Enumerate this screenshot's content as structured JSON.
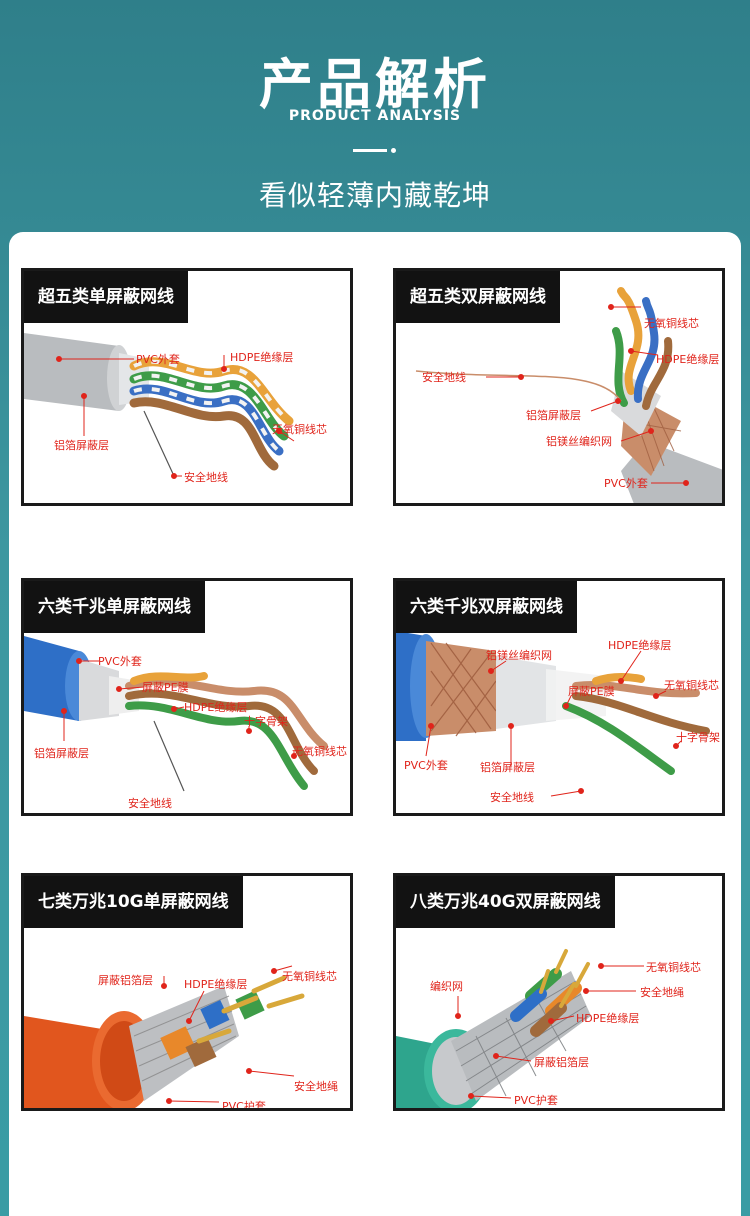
{
  "header": {
    "title": "产品解析",
    "subtitle_en": "PRODUCT ANALYSIS",
    "tagline": "看似轻薄内藏乾坤"
  },
  "colors": {
    "accent_red": "#e0241b",
    "teal_background": "#3a9ca4",
    "label_black": "#121212"
  },
  "cards": [
    {
      "title": "超五类单屏蔽网线",
      "labels": [
        "PVC外套",
        "HDPE绝缘层",
        "铝箔屏蔽层",
        "无氧铜线芯",
        "安全地线"
      ]
    },
    {
      "title": "超五类双屏蔽网线",
      "labels": [
        "无氧铜线芯",
        "HDPE绝缘层",
        "安全地线",
        "铝箔屏蔽层",
        "铝镁丝编织网",
        "PVC外套"
      ]
    },
    {
      "title": "六类千兆单屏蔽网线",
      "labels": [
        "PVC外套",
        "屏蔽PE膜",
        "HDPE绝缘层",
        "十字骨架",
        "铝箔屏蔽层",
        "无氧铜线芯",
        "安全地线"
      ]
    },
    {
      "title": "六类千兆双屏蔽网线",
      "labels": [
        "HDPE绝缘层",
        "铝镁丝编织网",
        "屏蔽PE膜",
        "无氧铜线芯",
        "十字骨架",
        "PVC外套",
        "铝箔屏蔽层",
        "安全地线"
      ]
    },
    {
      "title": "七类万兆10G单屏蔽网线",
      "labels": [
        "无氧铜线芯",
        "屏蔽铝箔层",
        "HDPE绝缘层",
        "安全地绳",
        "PVC护套"
      ]
    },
    {
      "title": "八类万兆40G双屏蔽网线",
      "labels": [
        "无氧铜线芯",
        "编织网",
        "安全地绳",
        "HDPE绝缘层",
        "屏蔽铝箔层",
        "PVC护套"
      ]
    }
  ]
}
